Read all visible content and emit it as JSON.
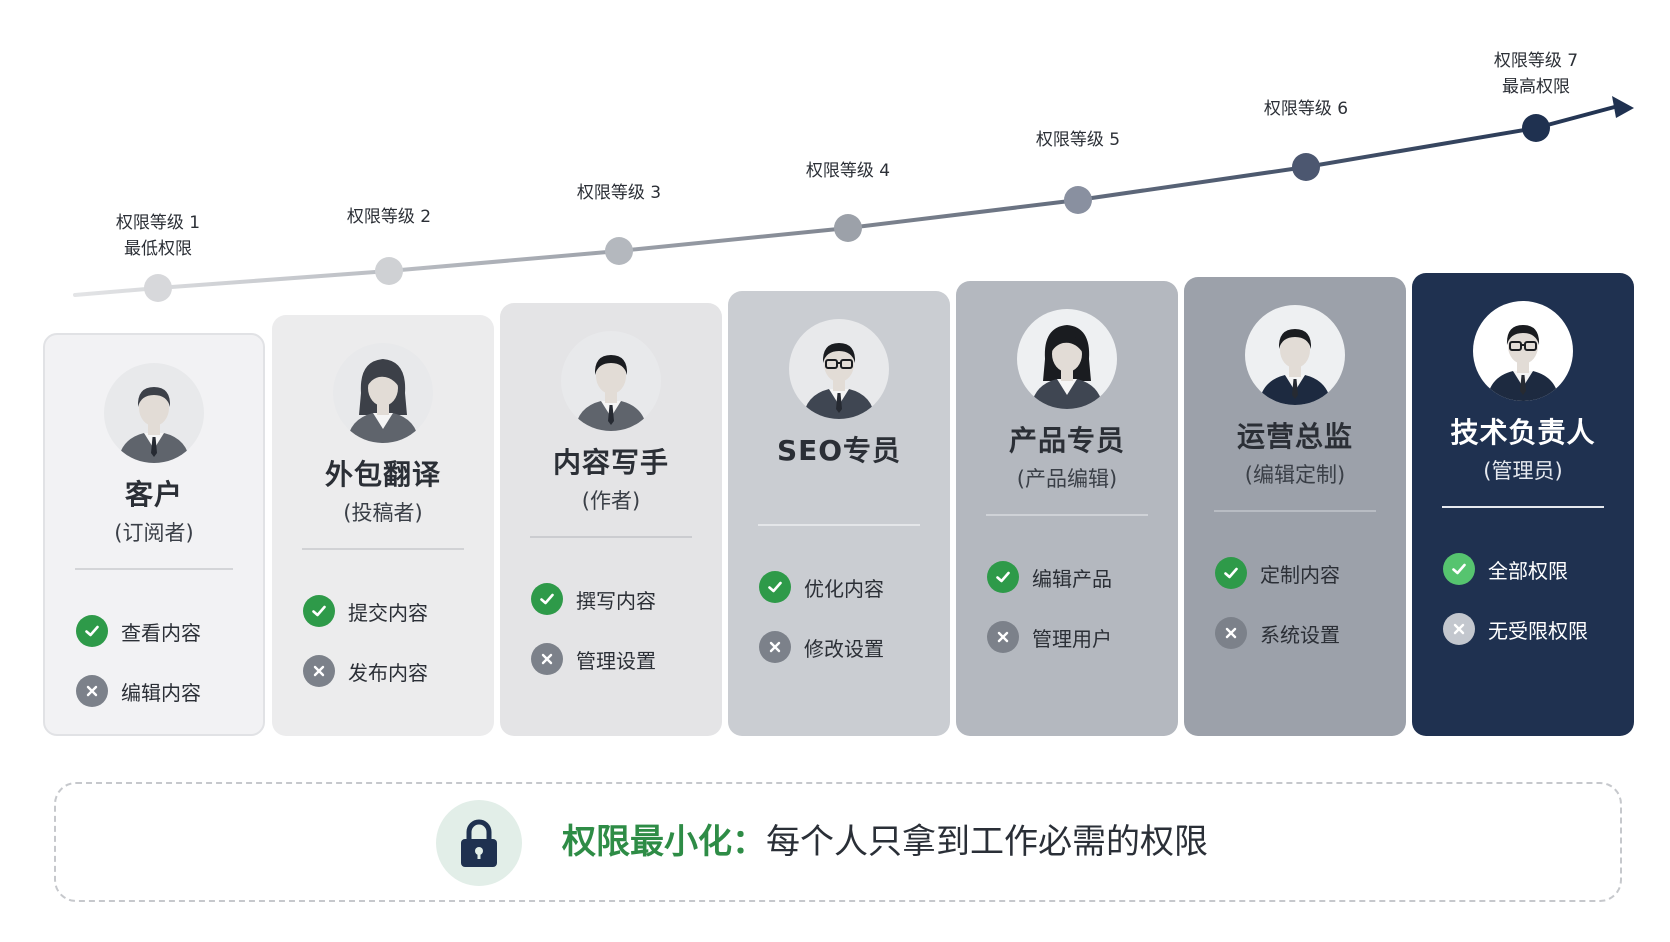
{
  "levels": [
    {
      "line1": "权限等级 1",
      "line2": "最低权限"
    },
    {
      "line1": "权限等级 2",
      "line2": ""
    },
    {
      "line1": "权限等级 3",
      "line2": ""
    },
    {
      "line1": "权限等级 4",
      "line2": ""
    },
    {
      "line1": "权限等级 5",
      "line2": ""
    },
    {
      "line1": "权限等级 6",
      "line2": ""
    },
    {
      "line1": "权限等级 7",
      "line2": "最高权限"
    }
  ],
  "roles": [
    {
      "name": "客户",
      "sub": "(订阅者)",
      "allowed": "查看内容",
      "denied": "编辑内容",
      "gender": "male",
      "glasses": false
    },
    {
      "name": "外包翻译",
      "sub": "(投稿者)",
      "allowed": "提交内容",
      "denied": "发布内容",
      "gender": "female",
      "glasses": false
    },
    {
      "name": "内容写手",
      "sub": "(作者)",
      "allowed": "撰写内容",
      "denied": "管理设置",
      "gender": "male",
      "glasses": false
    },
    {
      "name": "SEO专员",
      "sub": "",
      "allowed": "优化内容",
      "denied": "修改设置",
      "gender": "male",
      "glasses": true
    },
    {
      "name": "产品专员",
      "sub": "(产品编辑)",
      "allowed": "编辑产品",
      "denied": "管理用户",
      "gender": "female",
      "glasses": false
    },
    {
      "name": "运营总监",
      "sub": "(编辑定制)",
      "allowed": "定制内容",
      "denied": "系统设置",
      "gender": "male",
      "glasses": false
    },
    {
      "name": "技术负责人",
      "sub": "(管理员)",
      "allowed": "全部权限",
      "denied": "无受限权限",
      "gender": "male",
      "glasses": true
    }
  ],
  "theme": {
    "card_backgrounds": [
      "#f2f2f4",
      "#ececed",
      "#e4e4e6",
      "#cacdd2",
      "#b4b8bf",
      "#9ca1aa",
      "#1f3150"
    ],
    "accent_green": "#2e9a49",
    "dark_navy": "#1f3150"
  },
  "banner": {
    "key": "权限最小化：",
    "rest": "每个人只拿到工作必需的权限",
    "icon": "lock-icon"
  }
}
